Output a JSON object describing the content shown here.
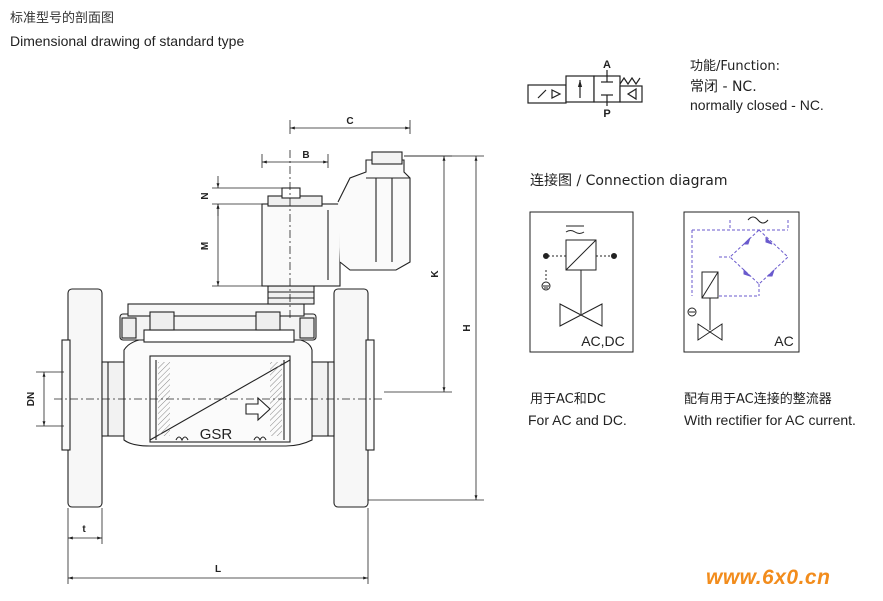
{
  "header": {
    "title_zh": "标准型号的剖面图",
    "title_en": "Dimensional drawing of standard type"
  },
  "function": {
    "zh": "功能/Function:",
    "zh_nc": "常闭 - NC.",
    "en": "normally closed - NC.",
    "port_a": "A",
    "port_p": "P"
  },
  "connection": {
    "title": "连接图 / Connection diagram",
    "box1_label": "AC,DC",
    "box2_label": "AC",
    "box1_caption_zh": "用于AC和DC",
    "box1_caption_en": "For AC and DC.",
    "box2_caption_zh": "配有用于AC连接的整流器",
    "box2_caption_en": "With rectifier for AC current."
  },
  "drawing": {
    "brand": "GSR",
    "dimensions": {
      "c": "C",
      "b": "B",
      "n": "N",
      "m": "M",
      "k": "K",
      "h": "H",
      "dn": "DN",
      "t": "t",
      "l": "L"
    }
  },
  "watermark": "www.6x0.cn"
}
